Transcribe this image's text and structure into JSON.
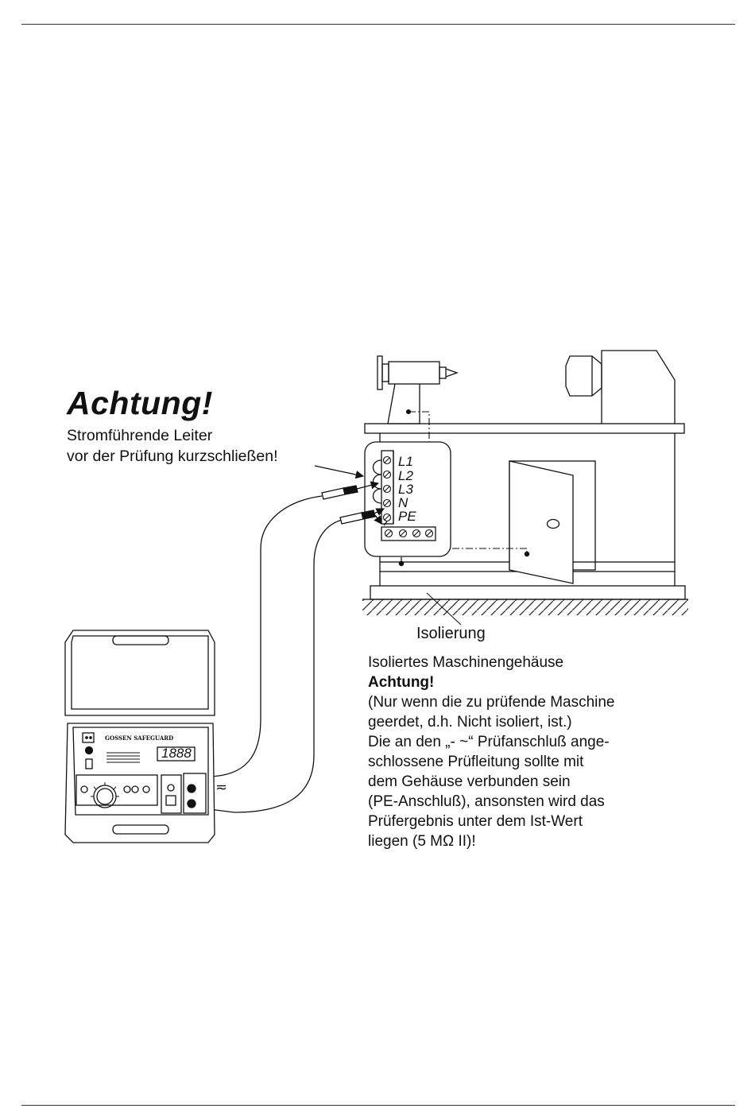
{
  "warning": {
    "title": "Achtung!",
    "line1": "Stromführende Leiter",
    "line2": "vor der Prüfung kurzschließen!"
  },
  "terminals": [
    "L1",
    "L2",
    "L3",
    "N",
    "PE"
  ],
  "isolation_label": "Isolierung",
  "note": {
    "heading": "Isoliertes Maschinengehäuse",
    "attention": "Achtung!",
    "lines": [
      "(Nur wenn die zu prüfende Maschine",
      "geerdet, d.h. Nicht isoliert, ist.)",
      "Die an den „- ~“ Prüfanschluß ange-",
      "schlossene Prüfleitung sollte mit",
      "dem Gehäuse verbunden sein",
      "(PE-Anschluß), ansonsten wird das",
      "Prüfergebnis unter dem Ist-Wert",
      "liegen (5 MΩ II)!"
    ]
  },
  "meter": {
    "brand": "GOSSEN SAFEGUARD",
    "display": "1888",
    "connector_symbol": "≂"
  }
}
